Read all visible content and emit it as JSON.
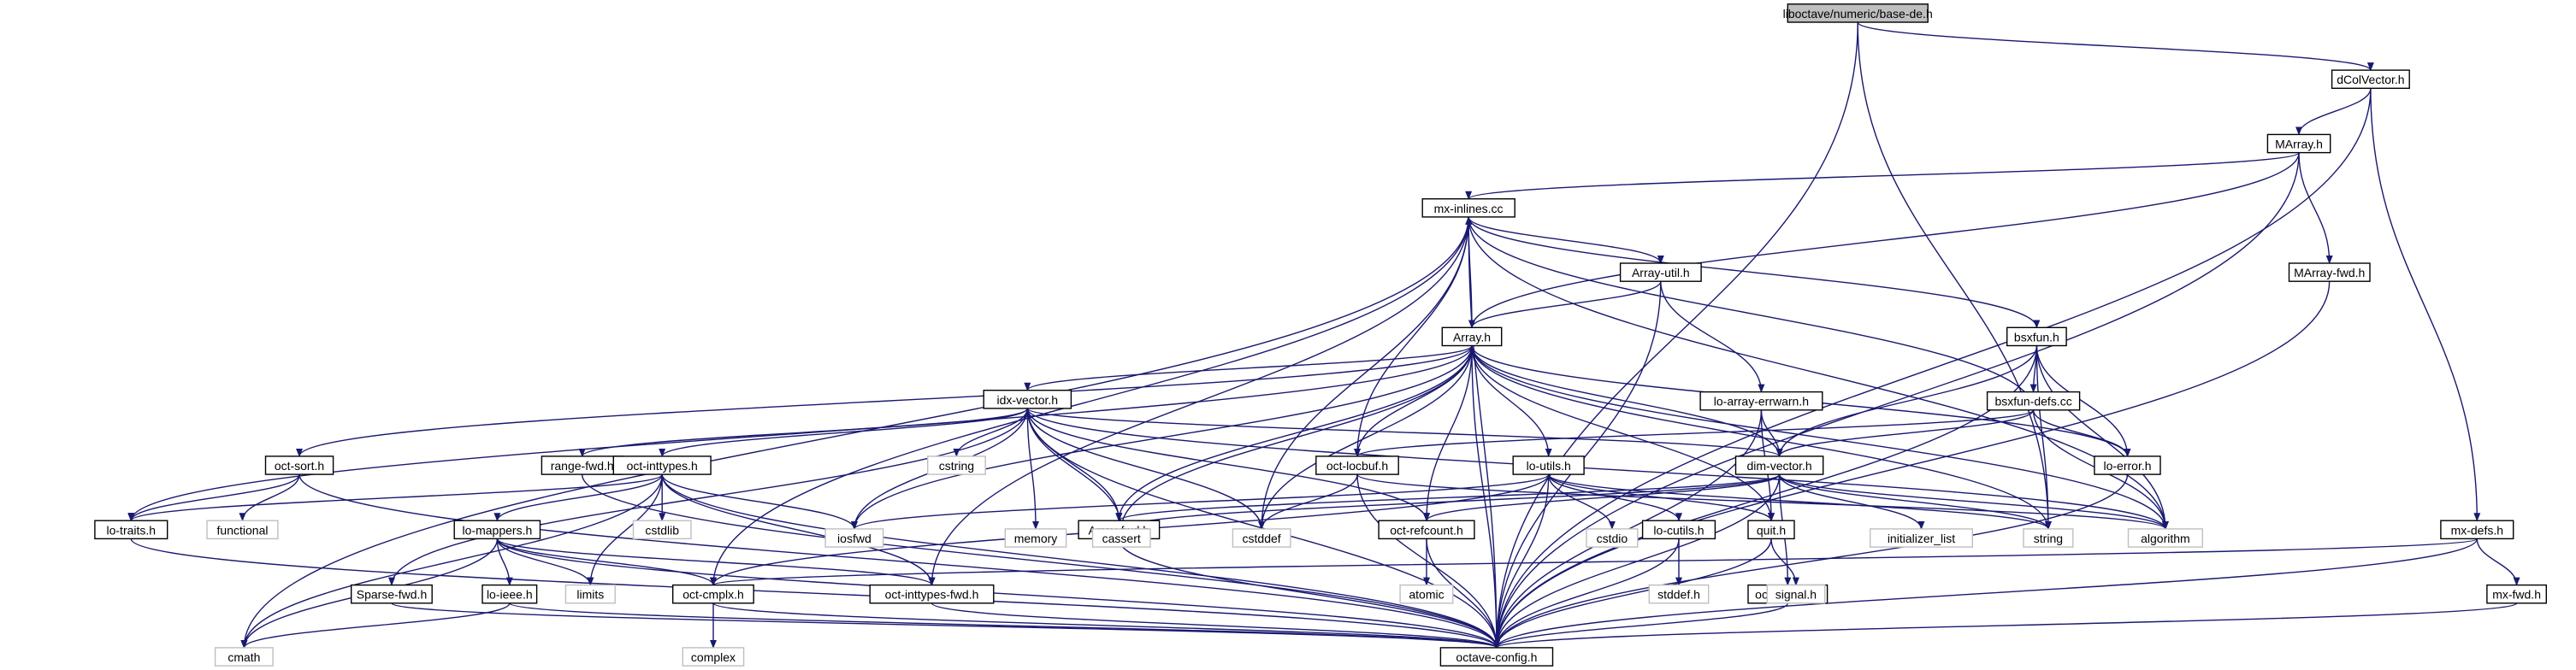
{
  "colors": {
    "edge": "#191970",
    "box_border": "#000000",
    "sys_border": "#bfbfbf",
    "root_fill": "#bfbfbf",
    "node_fill": "#ffffff",
    "text": "#000000",
    "sys_text": "#000000"
  },
  "root": "base-de",
  "nodes": [
    {
      "id": "base-de",
      "label": "liboctave/numeric/base-de.h",
      "kind": "root"
    },
    {
      "id": "dColVector",
      "label": "dColVector.h",
      "kind": "header"
    },
    {
      "id": "MArray",
      "label": "MArray.h",
      "kind": "header"
    },
    {
      "id": "mx-inlines",
      "label": "mx-inlines.cc",
      "kind": "header"
    },
    {
      "id": "MArray-fwd",
      "label": "MArray-fwd.h",
      "kind": "header"
    },
    {
      "id": "Array-util",
      "label": "Array-util.h",
      "kind": "header"
    },
    {
      "id": "bsxfun",
      "label": "bsxfun.h",
      "kind": "header"
    },
    {
      "id": "Array",
      "label": "Array.h",
      "kind": "header"
    },
    {
      "id": "idx-vector",
      "label": "idx-vector.h",
      "kind": "header"
    },
    {
      "id": "lo-array-errwarn",
      "label": "lo-array-errwarn.h",
      "kind": "header"
    },
    {
      "id": "bsxfun-defs",
      "label": "bsxfun-defs.cc",
      "kind": "header"
    },
    {
      "id": "oct-sort",
      "label": "oct-sort.h",
      "kind": "header"
    },
    {
      "id": "range-fwd",
      "label": "range-fwd.h",
      "kind": "header"
    },
    {
      "id": "oct-inttypes",
      "label": "oct-inttypes.h",
      "kind": "header"
    },
    {
      "id": "oct-locbuf",
      "label": "oct-locbuf.h",
      "kind": "header"
    },
    {
      "id": "lo-utils",
      "label": "lo-utils.h",
      "kind": "header"
    },
    {
      "id": "dim-vector",
      "label": "dim-vector.h",
      "kind": "header"
    },
    {
      "id": "lo-error",
      "label": "lo-error.h",
      "kind": "header"
    },
    {
      "id": "lo-traits",
      "label": "lo-traits.h",
      "kind": "header"
    },
    {
      "id": "lo-mappers",
      "label": "lo-mappers.h",
      "kind": "header"
    },
    {
      "id": "Array-fwd",
      "label": "Array-fwd.h",
      "kind": "header"
    },
    {
      "id": "oct-refcount",
      "label": "oct-refcount.h",
      "kind": "header"
    },
    {
      "id": "lo-cutils",
      "label": "lo-cutils.h",
      "kind": "header"
    },
    {
      "id": "quit",
      "label": "quit.h",
      "kind": "header"
    },
    {
      "id": "mx-defs",
      "label": "mx-defs.h",
      "kind": "header"
    },
    {
      "id": "Sparse-fwd",
      "label": "Sparse-fwd.h",
      "kind": "header"
    },
    {
      "id": "lo-ieee",
      "label": "lo-ieee.h",
      "kind": "header"
    },
    {
      "id": "oct-cmplx",
      "label": "oct-cmplx.h",
      "kind": "header"
    },
    {
      "id": "oct-inttypes-fwd",
      "label": "oct-inttypes-fwd.h",
      "kind": "header"
    },
    {
      "id": "oct-atomic",
      "label": "oct-atomic.h",
      "kind": "header"
    },
    {
      "id": "mx-fwd",
      "label": "mx-fwd.h",
      "kind": "header"
    },
    {
      "id": "octave-config",
      "label": "octave-config.h",
      "kind": "header"
    },
    {
      "id": "cstring",
      "label": "cstring",
      "kind": "system"
    },
    {
      "id": "functional",
      "label": "functional",
      "kind": "system"
    },
    {
      "id": "cstdlib",
      "label": "cstdlib",
      "kind": "system"
    },
    {
      "id": "iosfwd",
      "label": "iosfwd",
      "kind": "system"
    },
    {
      "id": "memory",
      "label": "memory",
      "kind": "system"
    },
    {
      "id": "cassert",
      "label": "cassert",
      "kind": "system"
    },
    {
      "id": "cstddef",
      "label": "cstddef",
      "kind": "system"
    },
    {
      "id": "cstdio",
      "label": "cstdio",
      "kind": "system"
    },
    {
      "id": "initializer_list",
      "label": "initializer_list",
      "kind": "system"
    },
    {
      "id": "string",
      "label": "string",
      "kind": "system"
    },
    {
      "id": "algorithm",
      "label": "algorithm",
      "kind": "system"
    },
    {
      "id": "limits",
      "label": "limits",
      "kind": "system"
    },
    {
      "id": "atomic",
      "label": "atomic",
      "kind": "system"
    },
    {
      "id": "stddef",
      "label": "stddef.h",
      "kind": "system"
    },
    {
      "id": "signal",
      "label": "signal.h",
      "kind": "system"
    },
    {
      "id": "cmath",
      "label": "cmath",
      "kind": "system"
    },
    {
      "id": "complex",
      "label": "complex",
      "kind": "system"
    }
  ],
  "edges": [
    [
      "base-de",
      "dColVector"
    ],
    [
      "base-de",
      "string"
    ],
    [
      "base-de",
      "octave-config"
    ],
    [
      "dColVector",
      "MArray"
    ],
    [
      "dColVector",
      "mx-defs"
    ],
    [
      "dColVector",
      "octave-config"
    ],
    [
      "MArray",
      "mx-inlines"
    ],
    [
      "MArray",
      "MArray-fwd"
    ],
    [
      "MArray",
      "Array"
    ],
    [
      "MArray",
      "octave-config"
    ],
    [
      "MArray-fwd",
      "octave-config"
    ],
    [
      "mx-inlines",
      "Array-util"
    ],
    [
      "mx-inlines",
      "bsxfun"
    ],
    [
      "mx-inlines",
      "Array"
    ],
    [
      "mx-inlines",
      "cmath"
    ],
    [
      "mx-inlines",
      "oct-cmplx"
    ],
    [
      "mx-inlines",
      "oct-inttypes-fwd"
    ],
    [
      "mx-inlines",
      "oct-locbuf"
    ],
    [
      "mx-inlines",
      "cstddef"
    ],
    [
      "mx-inlines",
      "algorithm"
    ],
    [
      "mx-inlines",
      "octave-config"
    ],
    [
      "Array-util",
      "Array"
    ],
    [
      "Array-util",
      "lo-array-errwarn"
    ],
    [
      "Array-util",
      "octave-config"
    ],
    [
      "bsxfun",
      "bsxfun-defs"
    ],
    [
      "bsxfun",
      "dim-vector"
    ],
    [
      "bsxfun",
      "lo-error"
    ],
    [
      "bsxfun",
      "string"
    ],
    [
      "bsxfun",
      "algorithm"
    ],
    [
      "bsxfun",
      "octave-config"
    ],
    [
      "bsxfun-defs",
      "mx-inlines"
    ],
    [
      "bsxfun-defs",
      "dim-vector"
    ],
    [
      "bsxfun-defs",
      "oct-locbuf"
    ],
    [
      "bsxfun-defs",
      "lo-error"
    ],
    [
      "bsxfun-defs",
      "algorithm"
    ],
    [
      "Array",
      "idx-vector"
    ],
    [
      "Array",
      "oct-sort"
    ],
    [
      "Array",
      "lo-traits"
    ],
    [
      "Array",
      "iosfwd"
    ],
    [
      "Array",
      "cassert"
    ],
    [
      "Array",
      "cstddef"
    ],
    [
      "Array",
      "Array-fwd"
    ],
    [
      "Array",
      "oct-refcount"
    ],
    [
      "Array",
      "oct-locbuf"
    ],
    [
      "Array",
      "lo-utils"
    ],
    [
      "Array",
      "dim-vector"
    ],
    [
      "Array",
      "quit"
    ],
    [
      "Array",
      "lo-error"
    ],
    [
      "Array",
      "string"
    ],
    [
      "Array",
      "algorithm"
    ],
    [
      "Array",
      "octave-config"
    ],
    [
      "idx-vector",
      "range-fwd"
    ],
    [
      "idx-vector",
      "oct-inttypes"
    ],
    [
      "idx-vector",
      "Sparse-fwd"
    ],
    [
      "idx-vector",
      "cstring"
    ],
    [
      "idx-vector",
      "iosfwd"
    ],
    [
      "idx-vector",
      "memory"
    ],
    [
      "idx-vector",
      "cassert"
    ],
    [
      "idx-vector",
      "cstddef"
    ],
    [
      "idx-vector",
      "Array-fwd"
    ],
    [
      "idx-vector",
      "oct-refcount"
    ],
    [
      "idx-vector",
      "dim-vector"
    ],
    [
      "idx-vector",
      "algorithm"
    ],
    [
      "idx-vector",
      "octave-config"
    ],
    [
      "lo-array-errwarn",
      "dim-vector"
    ],
    [
      "lo-array-errwarn",
      "quit"
    ],
    [
      "lo-array-errwarn",
      "octave-config"
    ],
    [
      "oct-sort",
      "lo-traits"
    ],
    [
      "oct-sort",
      "functional"
    ],
    [
      "oct-sort",
      "octave-config"
    ],
    [
      "range-fwd",
      "octave-config"
    ],
    [
      "oct-inttypes",
      "lo-mappers"
    ],
    [
      "oct-inttypes",
      "lo-traits"
    ],
    [
      "oct-inttypes",
      "cstdlib"
    ],
    [
      "oct-inttypes",
      "iosfwd"
    ],
    [
      "oct-inttypes",
      "limits"
    ],
    [
      "oct-inttypes",
      "oct-inttypes-fwd"
    ],
    [
      "oct-inttypes",
      "cmath"
    ],
    [
      "oct-inttypes",
      "octave-config"
    ],
    [
      "oct-locbuf",
      "cstddef"
    ],
    [
      "oct-locbuf",
      "algorithm"
    ],
    [
      "oct-locbuf",
      "octave-config"
    ],
    [
      "lo-utils",
      "cstdio"
    ],
    [
      "lo-utils",
      "iosfwd"
    ],
    [
      "lo-utils",
      "string"
    ],
    [
      "lo-utils",
      "lo-cutils"
    ],
    [
      "lo-utils",
      "quit"
    ],
    [
      "lo-utils",
      "oct-cmplx"
    ],
    [
      "lo-utils",
      "octave-config"
    ],
    [
      "dim-vector",
      "cassert"
    ],
    [
      "dim-vector",
      "initializer_list"
    ],
    [
      "dim-vector",
      "string"
    ],
    [
      "dim-vector",
      "algorithm"
    ],
    [
      "dim-vector",
      "Array-fwd"
    ],
    [
      "dim-vector",
      "oct-atomic"
    ],
    [
      "dim-vector",
      "oct-refcount"
    ],
    [
      "dim-vector",
      "octave-config"
    ],
    [
      "lo-error",
      "octave-config"
    ],
    [
      "lo-traits",
      "octave-config"
    ],
    [
      "lo-mappers",
      "lo-ieee"
    ],
    [
      "lo-mappers",
      "limits"
    ],
    [
      "lo-mappers",
      "cmath"
    ],
    [
      "lo-mappers",
      "oct-cmplx"
    ],
    [
      "lo-mappers",
      "oct-inttypes-fwd"
    ],
    [
      "lo-mappers",
      "octave-config"
    ],
    [
      "Array-fwd",
      "octave-config"
    ],
    [
      "oct-refcount",
      "atomic"
    ],
    [
      "oct-refcount",
      "octave-config"
    ],
    [
      "lo-cutils",
      "stddef"
    ],
    [
      "lo-cutils",
      "octave-config"
    ],
    [
      "quit",
      "signal"
    ],
    [
      "quit",
      "octave-config"
    ],
    [
      "mx-defs",
      "mx-fwd"
    ],
    [
      "mx-defs",
      "oct-cmplx"
    ],
    [
      "mx-defs",
      "octave-config"
    ],
    [
      "mx-fwd",
      "octave-config"
    ],
    [
      "Sparse-fwd",
      "octave-config"
    ],
    [
      "lo-ieee",
      "cmath"
    ],
    [
      "lo-ieee",
      "octave-config"
    ],
    [
      "oct-cmplx",
      "complex"
    ],
    [
      "oct-cmplx",
      "octave-config"
    ],
    [
      "oct-inttypes-fwd",
      "octave-config"
    ],
    [
      "oct-atomic",
      "octave-config"
    ]
  ]
}
